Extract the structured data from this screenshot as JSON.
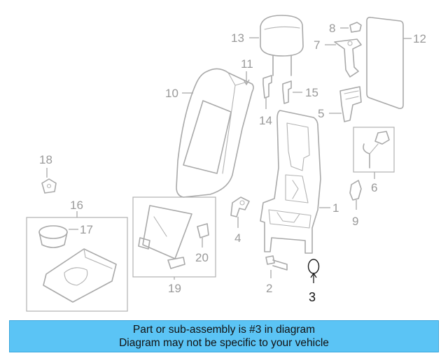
{
  "callouts": {
    "c1": "1",
    "c2": "2",
    "c3": "3",
    "c4": "4",
    "c5": "5",
    "c6": "6",
    "c7": "7",
    "c8": "8",
    "c9": "9",
    "c10": "10",
    "c11": "11",
    "c12": "12",
    "c13": "13",
    "c14": "14",
    "c15": "15",
    "c16": "16",
    "c17": "17",
    "c18": "18",
    "c19": "19",
    "c20": "20"
  },
  "highlight_color": "#111111",
  "banner": {
    "line1": "Part or sub-assembly is #3 in diagram",
    "line2": "Diagram may not be specific to your vehicle",
    "background": "#5bc4f5"
  }
}
